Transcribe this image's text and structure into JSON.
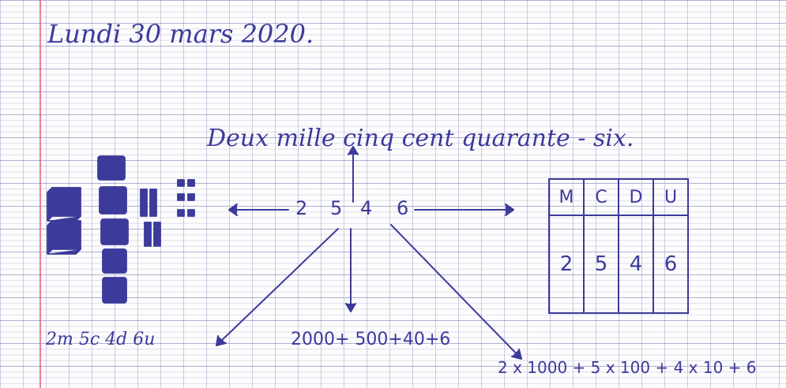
{
  "date": "Lundi 30 mars 2020.",
  "number_in_words": "Deux mille cinq cent quarante - six.",
  "digits": [
    "2",
    "5",
    "4",
    "6"
  ],
  "place_value_table": {
    "headers": [
      "M",
      "C",
      "D",
      "U"
    ],
    "values": [
      "2",
      "5",
      "4",
      "6"
    ]
  },
  "decomposition_units": "2m 5c 4d 6u",
  "decomposition_sum": "2000+ 500+40+6",
  "decomposition_products": "2 x 1000 + 5 x 100 + 4 x 10 + 6",
  "ink_color": "#3c3a9a",
  "margin_color": "#e15a78"
}
